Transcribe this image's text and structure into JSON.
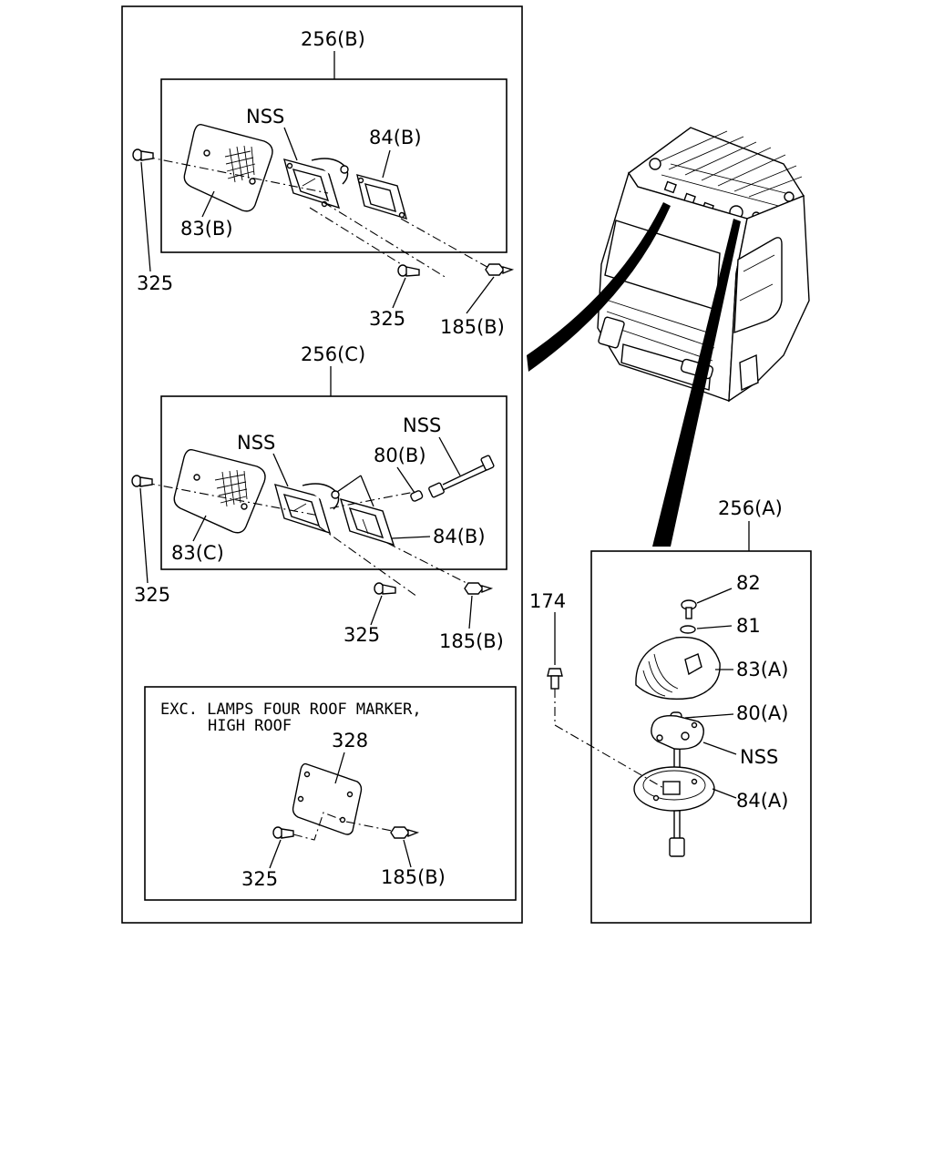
{
  "panels": {
    "b": {
      "title": "256(B)",
      "nss": "NSS",
      "lens": "83(B)",
      "gasket": "84(B)",
      "screw_left": "325",
      "screw_bottom": "325",
      "clip": "185(B)"
    },
    "c": {
      "title": "256(C)",
      "nss": "NSS",
      "nss_wire": "NSS",
      "bulb": "80(B)",
      "lens": "83(C)",
      "gasket": "84(B)",
      "screw_left": "325",
      "screw_bottom": "325",
      "clip": "185(B)"
    },
    "exc": {
      "note_line1": "EXC. LAMPS FOUR ROOF MARKER,",
      "note_line2": "HIGH ROOF",
      "plate": "328",
      "screw": "325",
      "clip": "185(B)"
    },
    "a": {
      "title": "256(A)",
      "screw": "82",
      "washer": "81",
      "lens": "83(A)",
      "bulb": "80(A)",
      "nss": "NSS",
      "base": "84(A)",
      "bolt": "174"
    }
  }
}
